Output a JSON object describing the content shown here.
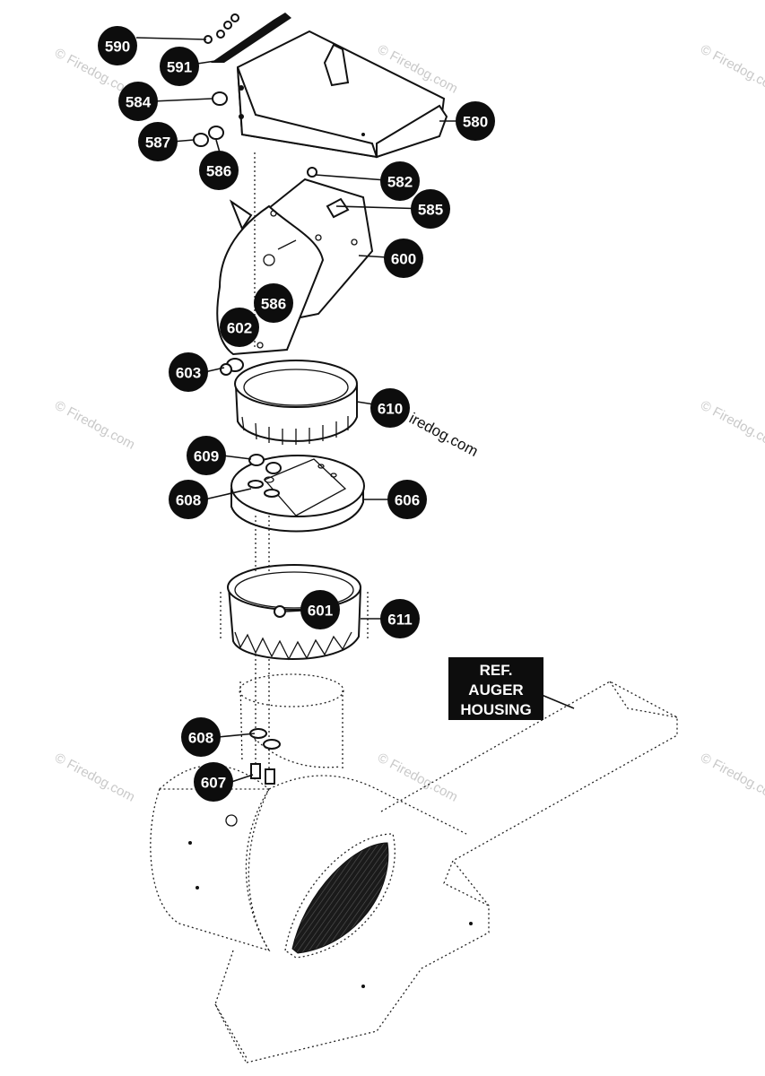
{
  "callouts": [
    {
      "id": "590",
      "label": "590"
    },
    {
      "id": "591",
      "label": "591"
    },
    {
      "id": "584",
      "label": "584"
    },
    {
      "id": "580",
      "label": "580"
    },
    {
      "id": "587",
      "label": "587"
    },
    {
      "id": "586a",
      "label": "586"
    },
    {
      "id": "582",
      "label": "582"
    },
    {
      "id": "585",
      "label": "585"
    },
    {
      "id": "600",
      "label": "600"
    },
    {
      "id": "586b",
      "label": "586"
    },
    {
      "id": "602",
      "label": "602"
    },
    {
      "id": "603",
      "label": "603"
    },
    {
      "id": "610",
      "label": "610"
    },
    {
      "id": "609",
      "label": "609"
    },
    {
      "id": "608a",
      "label": "608"
    },
    {
      "id": "606",
      "label": "606"
    },
    {
      "id": "601",
      "label": "601"
    },
    {
      "id": "611",
      "label": "611"
    },
    {
      "id": "608b",
      "label": "608"
    },
    {
      "id": "607",
      "label": "607"
    }
  ],
  "reference_box": {
    "line1": "REF.",
    "line2": "AUGER",
    "line3": "HOUSING"
  },
  "watermark": {
    "text": "© Firedog.com",
    "inline_text": "iredog.com"
  },
  "colors": {
    "callout_fill": "#0d0d0d",
    "callout_text": "#ffffff",
    "line": "#111111",
    "screen_hatch": "#222222",
    "watermark": "#c9c9c9"
  }
}
